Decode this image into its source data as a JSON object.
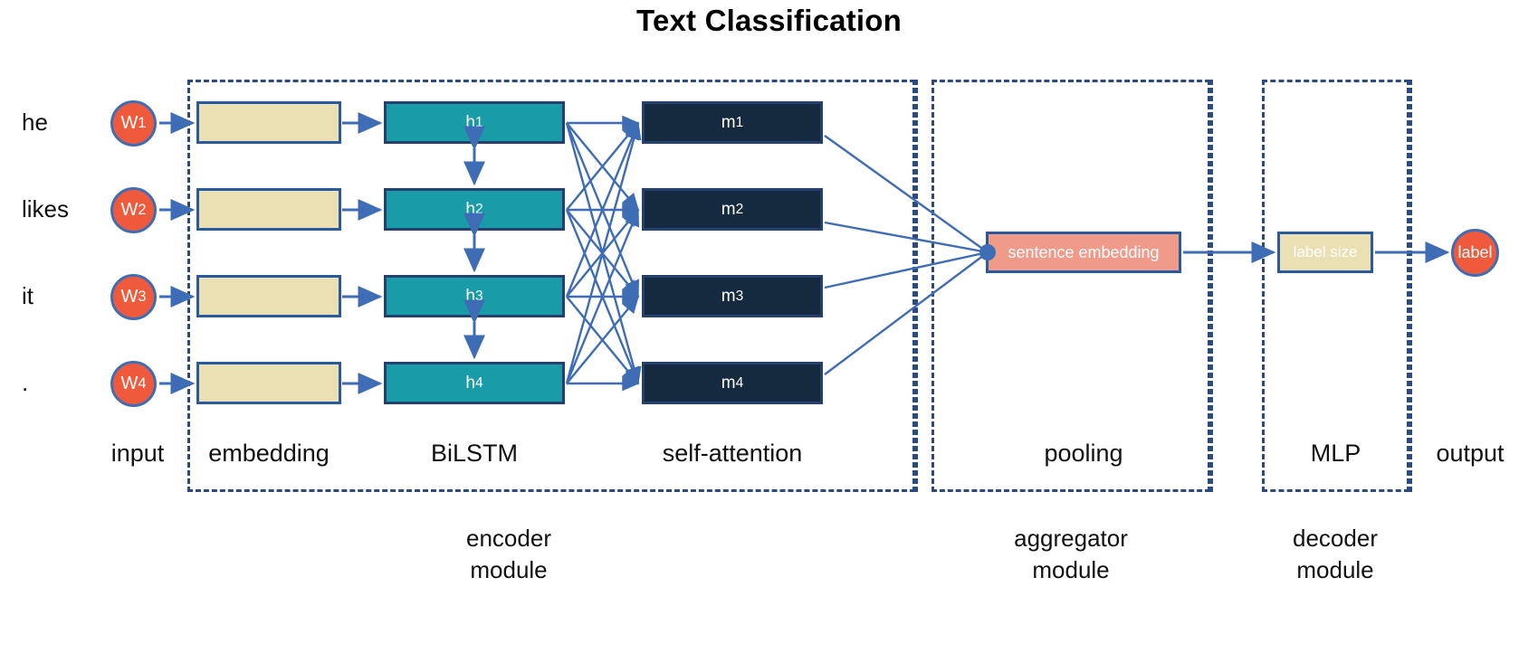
{
  "title": "Text Classification",
  "input": {
    "words": [
      "he",
      "likes",
      "it",
      "."
    ],
    "tokens": [
      {
        "base": "W",
        "sub": "1"
      },
      {
        "base": "W",
        "sub": "2"
      },
      {
        "base": "W",
        "sub": "3"
      },
      {
        "base": "W",
        "sub": "4"
      }
    ]
  },
  "embedding": {
    "boxes": [
      "",
      "",
      "",
      ""
    ]
  },
  "bilstm": {
    "states": [
      {
        "base": "h",
        "sub": "1"
      },
      {
        "base": "h",
        "sub": "2"
      },
      {
        "base": "h",
        "sub": "3"
      },
      {
        "base": "h",
        "sub": "4"
      }
    ]
  },
  "self_attention": {
    "memories": [
      {
        "base": "m",
        "sub": "1"
      },
      {
        "base": "m",
        "sub": "2"
      },
      {
        "base": "m",
        "sub": "3"
      },
      {
        "base": "m",
        "sub": "4"
      }
    ]
  },
  "pooling": {
    "sentence_embedding_label": "sentence embedding"
  },
  "mlp": {
    "label_size_label": "label size"
  },
  "output": {
    "label": "label"
  },
  "stage_labels": {
    "input": "input",
    "embedding": "embedding",
    "bilstm": "BiLSTM",
    "self_attention": "self-attention",
    "pooling": "pooling",
    "mlp": "MLP",
    "output": "output"
  },
  "module_labels": {
    "encoder": "encoder\nmodule",
    "encoder_line1": "encoder",
    "encoder_line2": "module",
    "aggregator_line1": "aggregator",
    "aggregator_line2": "module",
    "decoder_line1": "decoder",
    "decoder_line2": "module"
  },
  "colors": {
    "frame_dash": "#2a4a80",
    "arrow": "#3F6DB5",
    "embedding_fill": "#EBE0B3",
    "hidden_fill": "#1A9BA8",
    "memory_fill": "#15293F",
    "sentence_fill": "#F09A8A",
    "label_size_fill": "#EBE0B3",
    "circle_fill": "#F05A3C",
    "text_dark": "#111111",
    "text_light": "#FFFFFF"
  }
}
